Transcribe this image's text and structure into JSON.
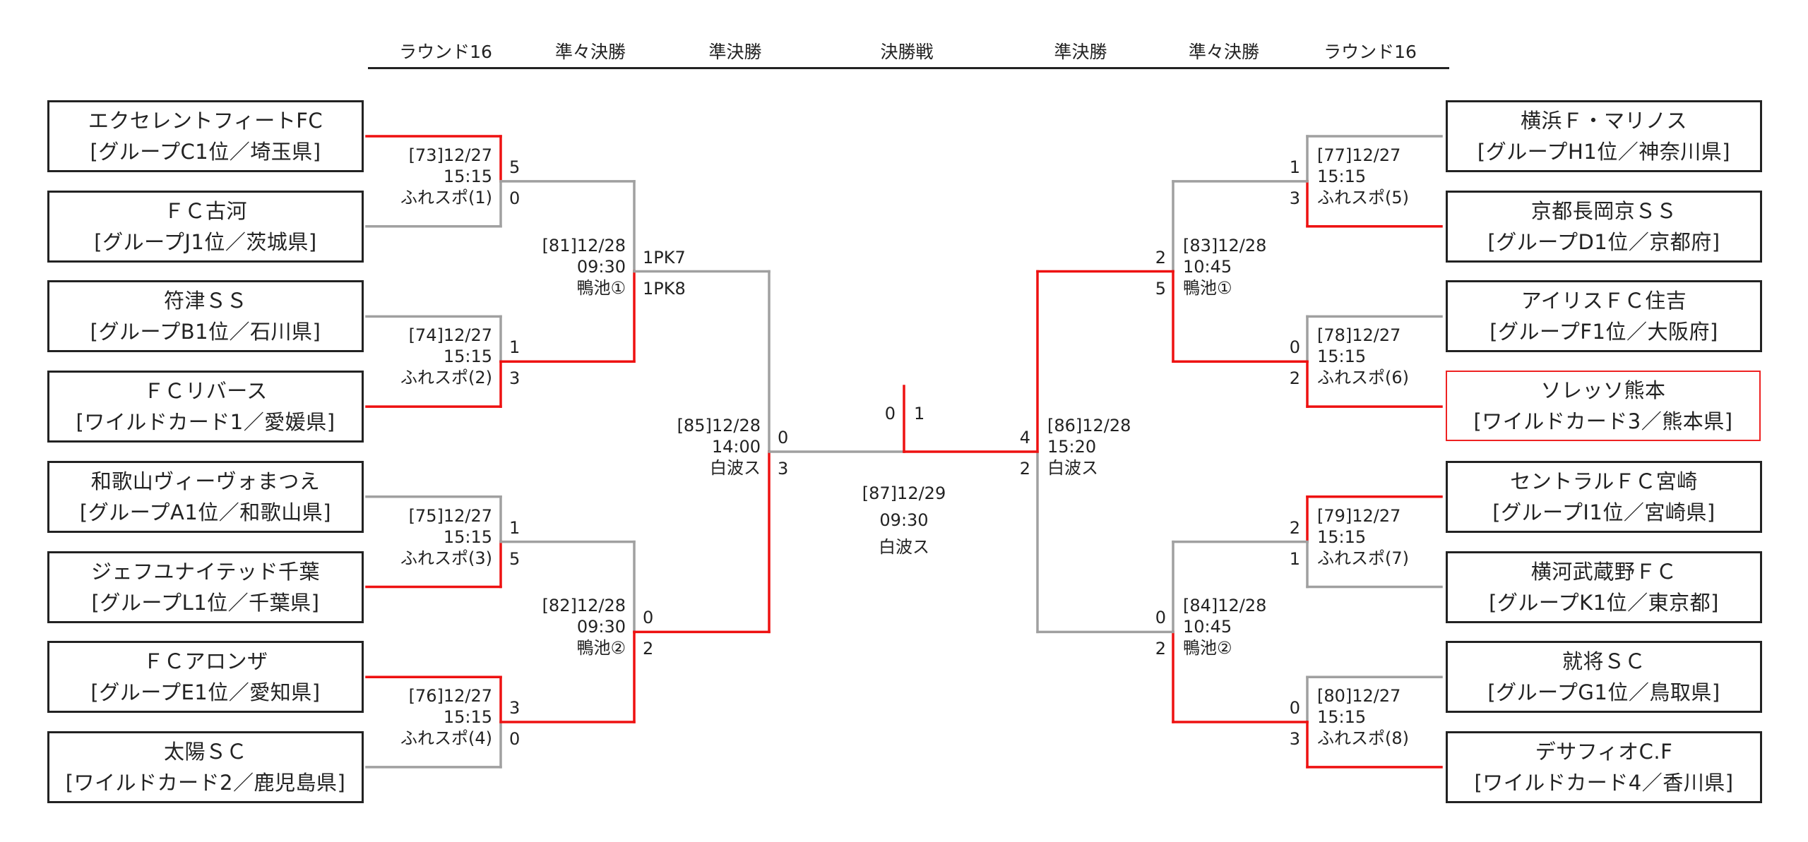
{
  "headers": [
    "ラウンド16",
    "準々決勝",
    "準決勝",
    "決勝戦",
    "準決勝",
    "準々決勝",
    "ラウンド16"
  ],
  "colors": {
    "win": "#ee1111",
    "lose": "#a0a0a0",
    "box_border": "#222222",
    "champion_border": "#ee2222"
  },
  "teams_left": [
    {
      "name": "エクセレントフィートFC",
      "seed": "[グループC1位／埼玉県]"
    },
    {
      "name": "ＦＣ古河",
      "seed": "[グループJ1位／茨城県]"
    },
    {
      "name": "符津ＳＳ",
      "seed": "[グループB1位／石川県]"
    },
    {
      "name": "ＦＣリバース",
      "seed": "[ワイルドカード1／愛媛県]"
    },
    {
      "name": "和歌山ヴィーヴォまつえ",
      "seed": "[グループA1位／和歌山県]"
    },
    {
      "name": "ジェフユナイテッド千葉",
      "seed": "[グループL1位／千葉県]"
    },
    {
      "name": "ＦＣアロンザ",
      "seed": "[グループE1位／愛知県]"
    },
    {
      "name": "太陽ＳＣ",
      "seed": "[ワイルドカード2／鹿児島県]"
    }
  ],
  "teams_right": [
    {
      "name": "横浜Ｆ・マリノス",
      "seed": "[グループH1位／神奈川県]"
    },
    {
      "name": "京都長岡京ＳＳ",
      "seed": "[グループD1位／京都府]"
    },
    {
      "name": "アイリスＦＣ住吉",
      "seed": "[グループF1位／大阪府]"
    },
    {
      "name": "ソレッソ熊本",
      "seed": "[ワイルドカード3／熊本県]",
      "champion": true
    },
    {
      "name": "セントラルＦＣ宮崎",
      "seed": "[グループI1位／宮崎県]"
    },
    {
      "name": "横河武蔵野ＦＣ",
      "seed": "[グループK1位／東京都]"
    },
    {
      "name": "就将ＳＣ",
      "seed": "[グループG1位／鳥取県]"
    },
    {
      "name": "デサフィオC.F",
      "seed": "[ワイルドカード4／香川県]"
    }
  ],
  "matches": {
    "left_r16": [
      {
        "id": "[73]12/27",
        "time": "15:15",
        "venue": "ふれスポ(1)",
        "score_top": "5",
        "score_bottom": "0",
        "winner": "top"
      },
      {
        "id": "[74]12/27",
        "time": "15:15",
        "venue": "ふれスポ(2)",
        "score_top": "1",
        "score_bottom": "3",
        "winner": "bottom"
      },
      {
        "id": "[75]12/27",
        "time": "15:15",
        "venue": "ふれスポ(3)",
        "score_top": "1",
        "score_bottom": "5",
        "winner": "bottom"
      },
      {
        "id": "[76]12/27",
        "time": "15:15",
        "venue": "ふれスポ(4)",
        "score_top": "3",
        "score_bottom": "0",
        "winner": "top"
      }
    ],
    "left_qf": [
      {
        "id": "[81]12/28",
        "time": "09:30",
        "venue": "鴨池①",
        "score_top": "1PK7",
        "score_bottom": "1PK8",
        "winner": "bottom"
      },
      {
        "id": "[82]12/28",
        "time": "09:30",
        "venue": "鴨池②",
        "score_top": "0",
        "score_bottom": "2",
        "winner": "bottom"
      }
    ],
    "left_sf": [
      {
        "id": "[85]12/28",
        "time": "14:00",
        "venue": "白波ス",
        "score_top": "0",
        "score_bottom": "3",
        "winner": "bottom"
      }
    ],
    "right_r16": [
      {
        "id": "[77]12/27",
        "time": "15:15",
        "venue": "ふれスポ(5)",
        "score_top": "1",
        "score_bottom": "3",
        "winner": "bottom"
      },
      {
        "id": "[78]12/27",
        "time": "15:15",
        "venue": "ふれスポ(6)",
        "score_top": "0",
        "score_bottom": "2",
        "winner": "bottom"
      },
      {
        "id": "[79]12/27",
        "time": "15:15",
        "venue": "ふれスポ(7)",
        "score_top": "2",
        "score_bottom": "1",
        "winner": "top"
      },
      {
        "id": "[80]12/27",
        "time": "15:15",
        "venue": "ふれスポ(8)",
        "score_top": "0",
        "score_bottom": "3",
        "winner": "bottom"
      }
    ],
    "right_qf": [
      {
        "id": "[83]12/28",
        "time": "10:45",
        "venue": "鴨池①",
        "score_top": "2",
        "score_bottom": "5",
        "winner": "bottom"
      },
      {
        "id": "[84]12/28",
        "time": "10:45",
        "venue": "鴨池②",
        "score_top": "0",
        "score_bottom": "2",
        "winner": "bottom"
      }
    ],
    "right_sf": [
      {
        "id": "[86]12/28",
        "time": "15:20",
        "venue": "白波ス",
        "score_top": "4",
        "score_bottom": "2",
        "winner": "top"
      }
    ],
    "final": {
      "id": "[87]12/29",
      "time": "09:30",
      "venue": "白波ス",
      "score_left": "0",
      "score_right": "1",
      "winner": "right"
    }
  }
}
